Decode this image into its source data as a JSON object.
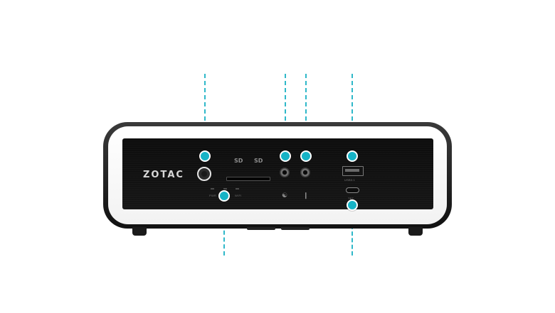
{
  "product": {
    "brand_logo": "ZOTAC"
  },
  "front_panel": {
    "led_labels": {
      "power": "PWR",
      "wifi": "WIFI"
    },
    "card_reader_icons": [
      "SD",
      "SD"
    ],
    "headphone_icon": "headphone-icon",
    "microphone_icon": "microphone-icon",
    "usb_a_label": "USB3.1",
    "usb_c_label": "TBT"
  },
  "style": {
    "callout_color": "#16b3c6",
    "device_shell_color": "#1a1a1a",
    "panel_color": "#101010"
  }
}
